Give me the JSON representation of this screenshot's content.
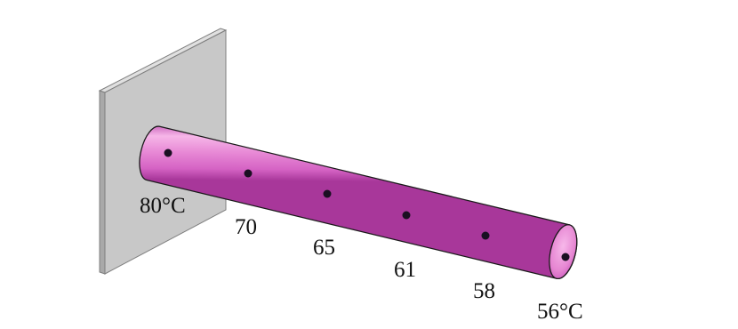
{
  "labels": {
    "t0": "80°C",
    "t1": "70",
    "t2": "65",
    "t3": "61",
    "t4": "58",
    "t5": "56°C"
  },
  "colors": {
    "rod_light": "#f6b6e8",
    "rod_mid": "#e06bcb",
    "rod_dark": "#a8379a",
    "wall_front": "#c8c8c8",
    "wall_side": "#a9a9a9",
    "wall_top": "#e0e0e0",
    "dot": "#1a0f22"
  }
}
